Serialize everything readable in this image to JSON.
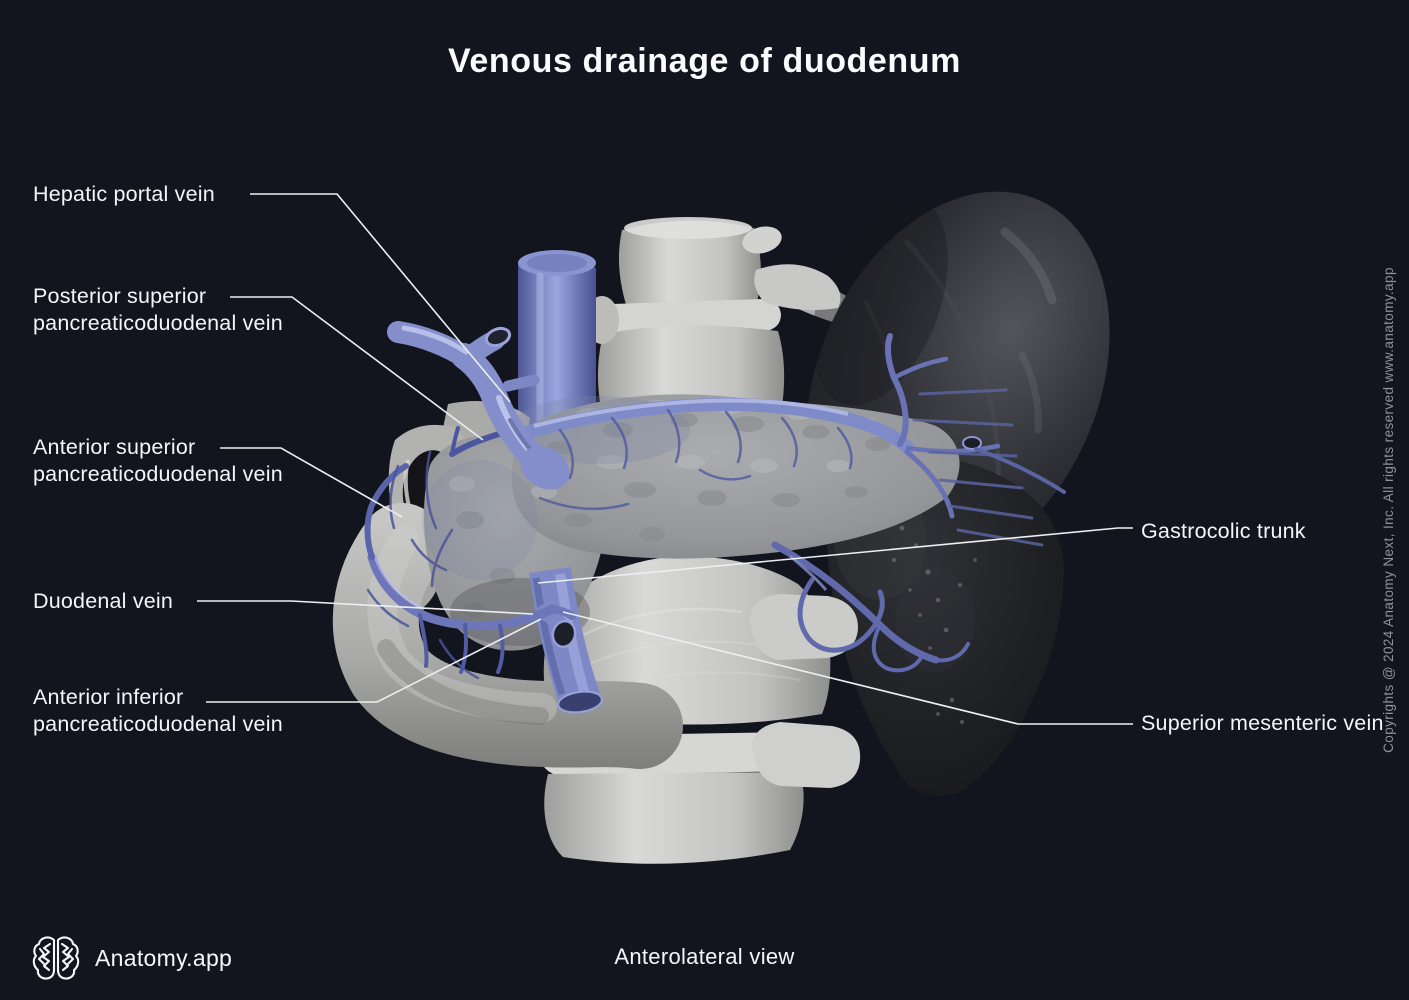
{
  "title": "Venous drainage of duodenum",
  "view": "Anterolateral view",
  "brand": "Anatomy.app",
  "copyright": "Copyrights @ 2024 Anatomy Next, Inc. All rights reserved www.anatomy.app",
  "colors": {
    "background": "#12151d",
    "vein_blue": "#7f8ac8",
    "bone": "#c9c9c7",
    "leader_line": "#eceef2",
    "text": "#f3f5f8",
    "copyright_text": "#8e929b"
  },
  "annotations": {
    "left": [
      {
        "id": "hepatic-portal-vein",
        "text": "Hepatic portal vein"
      },
      {
        "id": "posterior-superior-pancreaticoduodenal-vein",
        "text": "Posterior superior pancreaticoduodenal vein"
      },
      {
        "id": "anterior-superior-pancreaticoduodenal-vein",
        "text": "Anterior superior pancreaticoduodenal vein"
      },
      {
        "id": "duodenal-vein",
        "text": "Duodenal vein"
      },
      {
        "id": "anterior-inferior-pancreaticoduodenal-vein",
        "text": "Anterior inferior pancreaticoduodenal vein"
      }
    ],
    "right": [
      {
        "id": "gastrocolic-trunk",
        "text": "Gastrocolic trunk"
      },
      {
        "id": "superior-mesenteric-vein",
        "text": "Superior mesenteric vein"
      }
    ]
  }
}
